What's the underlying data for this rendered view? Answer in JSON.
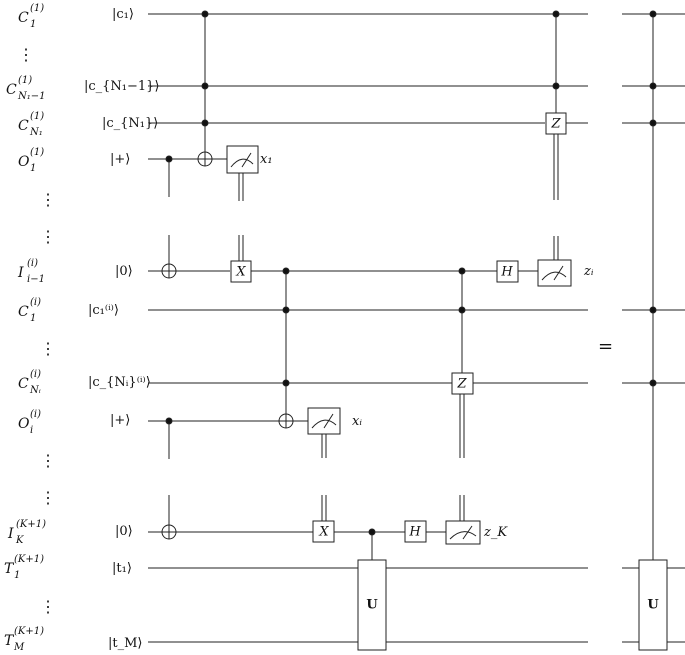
{
  "qubit_rows": [
    {
      "label": "C",
      "sub": "1",
      "sup": "(1)",
      "ket": "|c₁⟩"
    },
    {
      "label": "C",
      "sub": "N₁−1",
      "sup": "(1)",
      "ket": "|c_{N₁−1}⟩"
    },
    {
      "label": "C",
      "sub": "N₁",
      "sup": "(1)",
      "ket": "|c_{N₁}⟩"
    },
    {
      "label": "O",
      "sub": "1",
      "sup": "(1)",
      "ket": "|+⟩"
    },
    {
      "label": "I",
      "sub": "i−1",
      "sup": "(i)",
      "ket": "|0⟩"
    },
    {
      "label": "C",
      "sub": "1",
      "sup": "(i)",
      "ket": "|c₁⁽ⁱ⁾⟩"
    },
    {
      "label": "C",
      "sub": "Nᵢ",
      "sup": "(i)",
      "ket": "|c_{Nᵢ}⁽ⁱ⁾⟩"
    },
    {
      "label": "O",
      "sub": "i",
      "sup": "(i)",
      "ket": "|+⟩"
    },
    {
      "label": "I",
      "sub": "K",
      "sup": "(K+1)",
      "ket": "|0⟩"
    },
    {
      "label": "T",
      "sub": "1",
      "sup": "(K+1)",
      "ket": "|t₁⟩"
    },
    {
      "label": "T",
      "sub": "M",
      "sup": "(K+1)",
      "ket": "|t_M⟩"
    }
  ],
  "gates": {
    "x_gate": "X",
    "z_gate": "Z",
    "h_gate": "H",
    "u_gate": "U"
  },
  "measurement_outputs": [
    "x₁",
    "zᵢ",
    "xᵢ",
    "z_K"
  ],
  "equals_sign": "="
}
